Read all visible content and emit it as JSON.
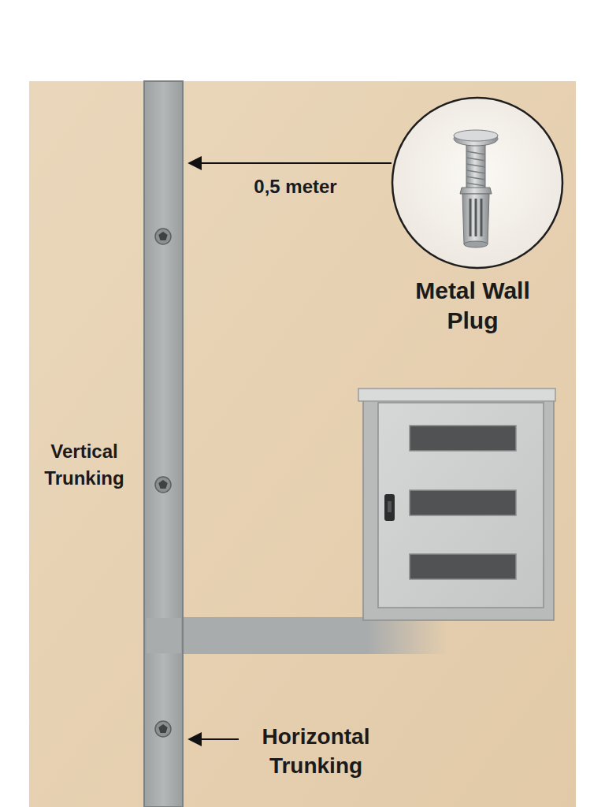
{
  "diagram": {
    "labels": [
      "0,5 meter",
      "Metal Wall Plug",
      "Vertical Trunking",
      "Horizontal Trunking"
    ]
  }
}
